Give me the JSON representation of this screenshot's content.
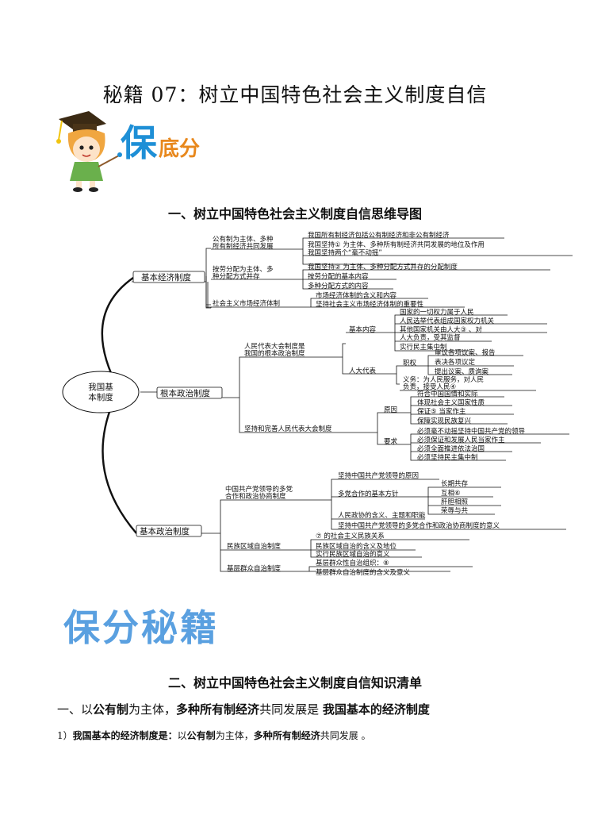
{
  "title": "秘籍 07：树立中国特色社会主义制度自信",
  "badge": {
    "big": "保",
    "small": "底分"
  },
  "mindmap_title": "一、树立中国特色社会主义制度自信思维导图",
  "mindmap": {
    "center": [
      "我国基",
      "本制度"
    ],
    "b1": {
      "label": "基本经济制度",
      "s1": [
        "公有制为主体、多种",
        "所有制经济共同发展"
      ],
      "s1_items": [
        "我国所有制经济包括公有制经济和非公有制经济",
        "我国坚持①         为主体、多种所有制经济共同发展的地位及作用",
        "我国坚持两个“毫不动摇”"
      ],
      "s2": [
        "按劳分配为主体、多",
        "种分配方式并存"
      ],
      "s2_items": [
        "我国坚持②               为主体、多种分配方式并存的分配制度",
        "按劳分配的基本内容",
        "多种分配方式的内容"
      ],
      "s3": "社会主义市场经济体制",
      "s3_items": [
        "市场经济体制的含义和内容",
        "坚持社会主义市场经济体制的重要性"
      ]
    },
    "b2": {
      "label": "根本政治制度",
      "s1": [
        "人民代表大会制度是",
        "我国的根本政治制度"
      ],
      "basic": "基本内容",
      "basic_items": [
        "国家的一切权力属于人民",
        "人民选举代表组成国家权力机关",
        "其他国家机关由人大③         、对",
        "人大负责，受其监督",
        "实行民主集中制"
      ],
      "rd": "人大代表",
      "zq": "职权",
      "zq_items": [
        "审议各项议案、报告",
        "表决各项议定",
        "提出议案、质询案"
      ],
      "yw": [
        "义务：为人民服务，对人民",
        "负责，接受人民④"
      ],
      "s2": "坚持和完善人民代表大会制度",
      "yy": "原因",
      "yy_items": [
        "符合中国国情和实际",
        "体现社会主义国家性质",
        "保证⑤         当家作主",
        "保障实现民族复兴"
      ],
      "yq": "要求",
      "yq_items": [
        "必须毫不动摇坚持中国共产党的领导",
        "必须保证和发展人民当家作主",
        "必须全面推进依法治国",
        "必须坚持民主集中制"
      ]
    },
    "b3": {
      "label": "基本政治制度",
      "s1": [
        "中国共产党领导的多党",
        "合作和政治协商制度"
      ],
      "s1_a": "坚持中国共产党领导的原因",
      "s1_b": "多党合作的基本方针",
      "fz": [
        "长期共存",
        "互相⑥",
        "肝胆相照",
        "荣辱与共"
      ],
      "s1_c": "人民政协的含义、主题和职能",
      "s1_d": "坚持中国共产党领导的多党合作和政治协商制度的意义",
      "s2": "民族区域自治制度",
      "s2_items": [
        "⑦               的社会主义民族关系",
        "民族区域自治的含义及地位",
        "实行民族区域自治的意义"
      ],
      "s3": "基层群众自治制度",
      "s3_items": [
        "基层群众性自治组织：⑧",
        "基层群众自治制度的含义及意义"
      ]
    }
  },
  "mijie": "保分秘籍",
  "list_title": "二、树立中国特色社会主义制度自信知识清单",
  "line1": {
    "a": "一、以",
    "b": "公有制",
    "c": "为主体，",
    "d": "多种所有制经济",
    "e": "共同发展是  ",
    "f": "我国基本的经济制度"
  },
  "line2": {
    "a": "1）",
    "b": "我国基本的经济制度是：",
    "c": "以",
    "d": "公有制",
    "e": "为主体，",
    "f": "多种所有制经济",
    "g": "共同发展 。"
  }
}
